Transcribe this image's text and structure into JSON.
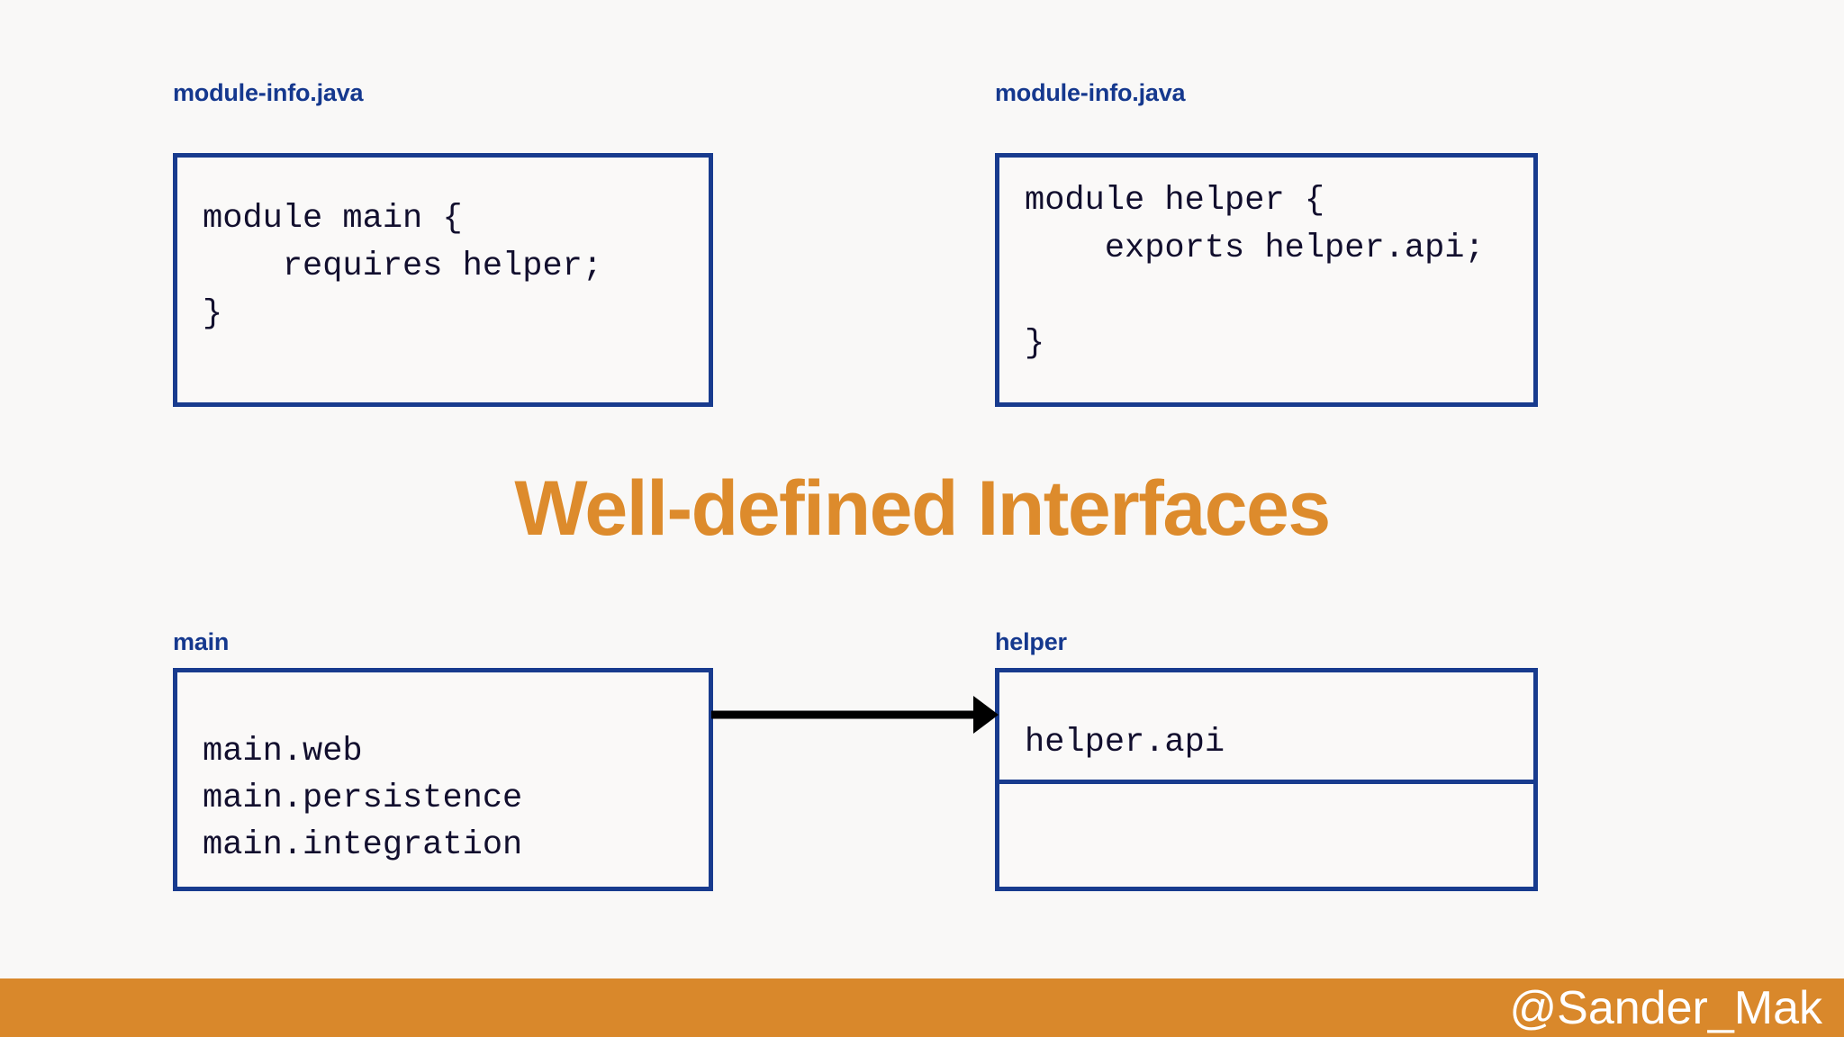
{
  "slide": {
    "title": "Well-defined Interfaces",
    "background_color": "#F9F8F7",
    "accent_orange": "#DD8B2C",
    "accent_blue": "#183B8E"
  },
  "top_left": {
    "caption": "module-info.java",
    "code": "module main {\n    requires helper;\n}"
  },
  "top_right": {
    "caption": "module-info.java",
    "code": "module helper {\n    exports helper.api;\n\n}"
  },
  "bottom_left": {
    "caption": "main",
    "packages": "main.web\nmain.persistence\nmain.integration"
  },
  "bottom_right": {
    "caption": "helper",
    "exported_packages": "helper.api",
    "internal_packages": ""
  },
  "arrow": {
    "label": "",
    "color": "#000000",
    "from": "main",
    "to": "helper"
  },
  "footer": {
    "handle": "@Sander_Mak",
    "bar_color": "#D9882B",
    "text_color": "#FFFFFF"
  }
}
